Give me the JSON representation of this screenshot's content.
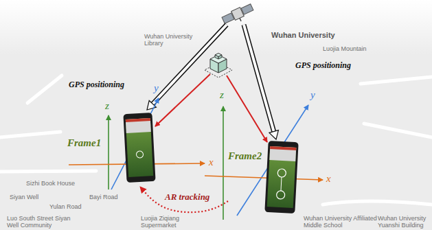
{
  "diagram": {
    "nodes": [
      {
        "text": [
          "Frame1"
        ]
      },
      {
        "text": [
          "Frame2"
        ]
      }
    ],
    "edges": [
      {
        "from": 1,
        "to": 0,
        "arrow": "to",
        "label": "AR tracking"
      }
    ],
    "labels": [
      "GPS positioning",
      "GPS positioning",
      "z",
      "y",
      "x",
      "z",
      "y",
      "x",
      "Wuhan University",
      "Wuhan University Library",
      "Sizhi Book House",
      "Siyan Well",
      "Yulan Road",
      "Bayi Road",
      "Luo South Street Siyan Well Community",
      "Luojia Ziqiang Supermarket",
      "Wuhan University Affiliated Middle School",
      "Wuhan University Yuanshi Building",
      "Luojia Mountain"
    ]
  }
}
